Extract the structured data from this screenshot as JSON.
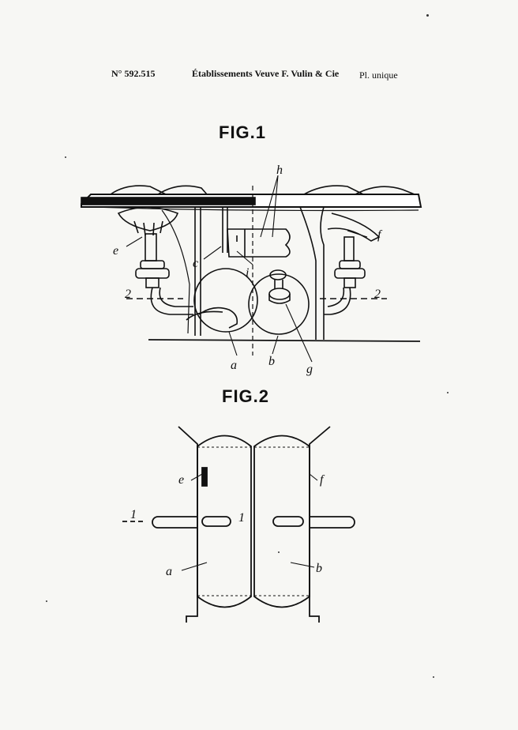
{
  "header": {
    "number": "N° 592.515",
    "company": "Établissements Veuve F. Vulin & Cie",
    "plate": "Pl. unique"
  },
  "figures": {
    "fig1_title": "FIG.1",
    "fig2_title": "FIG.2"
  },
  "fig1_labels": {
    "h": "h",
    "f": "f",
    "e_left": "e",
    "c": "c",
    "i": "i",
    "two_left": "2",
    "two_right": "2",
    "a": "a",
    "b": "b",
    "g": "g"
  },
  "fig2_labels": {
    "e": "e",
    "f": "f",
    "one_left": "1",
    "one_mid": "1",
    "a": "a",
    "b": "b"
  }
}
